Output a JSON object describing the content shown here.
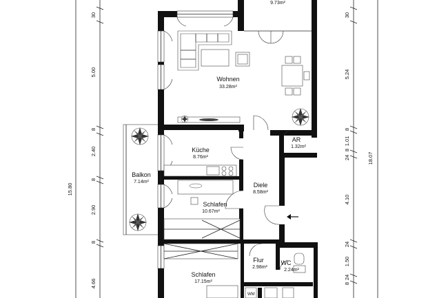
{
  "rooms": [
    {
      "id": "room-top",
      "name": "",
      "area": "9.73m²"
    },
    {
      "id": "room-wohnen",
      "name": "Wohnen",
      "area": "33.28m²"
    },
    {
      "id": "room-kueche",
      "name": "Küche",
      "area": "8.76m²"
    },
    {
      "id": "room-ar",
      "name": "AR",
      "area": "1.32m²"
    },
    {
      "id": "room-balkon",
      "name": "Balkon",
      "area": "7.14m²"
    },
    {
      "id": "room-diele",
      "name": "Diele",
      "area": "8.58m²"
    },
    {
      "id": "room-schlafen1",
      "name": "Schlafen",
      "area": "10.67m²"
    },
    {
      "id": "room-flur",
      "name": "Flur",
      "area": "2.98m²"
    },
    {
      "id": "room-wc",
      "name": "WC",
      "area": "2.24m²"
    },
    {
      "id": "room-schlafen2",
      "name": "Schlafen",
      "area": "17.15m²"
    }
  ],
  "fixture_labels": {
    "washing_machine": "WM"
  },
  "dimensions_left": {
    "segments": [
      "30",
      "5.00",
      "8",
      "2.40",
      "8",
      "2.90",
      "8",
      "4.66"
    ],
    "total": "15.80"
  },
  "dimensions_right": {
    "segments": [
      "30",
      "5.24",
      "8",
      "1.01",
      "8",
      "24",
      "4.10",
      "24",
      "1.50",
      "24",
      "8"
    ],
    "total": "18.07"
  }
}
